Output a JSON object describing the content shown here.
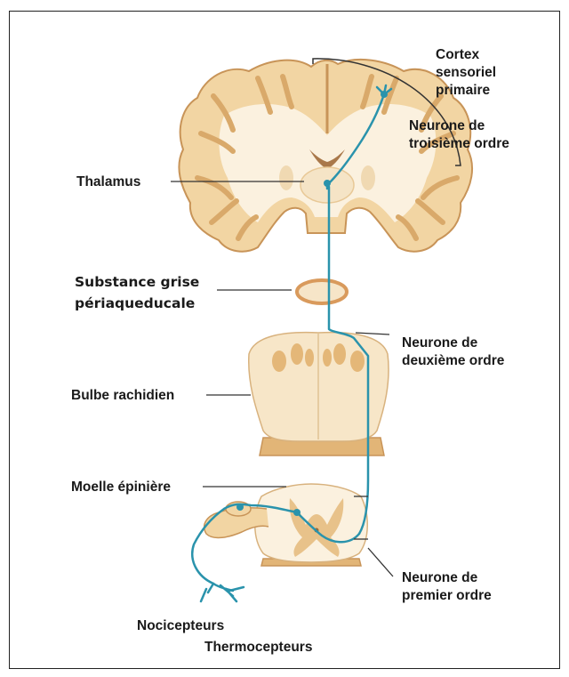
{
  "labels": {
    "cortex": [
      "Cortex",
      "sensoriel",
      "primaire"
    ],
    "third_order": [
      "Neurone de",
      "troisième ordre"
    ],
    "thalamus": "Thalamus",
    "pag": [
      "Substance grise",
      "périaqueducale"
    ],
    "second_order": [
      "Neurone de",
      "deuxième ordre"
    ],
    "medulla": "Bulbe rachidien",
    "spinal_cord": "Moelle épinière",
    "first_order": [
      "Neurone de",
      "premier ordre"
    ],
    "receptors": [
      "Nocicepteurs",
      "Thermocepteurs"
    ]
  },
  "colors": {
    "tissue": "#f2d5a3",
    "tissue_dark": "#e2b577",
    "tissue_edge": "#c89458",
    "white_matter": "#fbf1df",
    "neuron": "#2a93ac",
    "pag_ring": "#d99a5c",
    "line": "#333333"
  }
}
